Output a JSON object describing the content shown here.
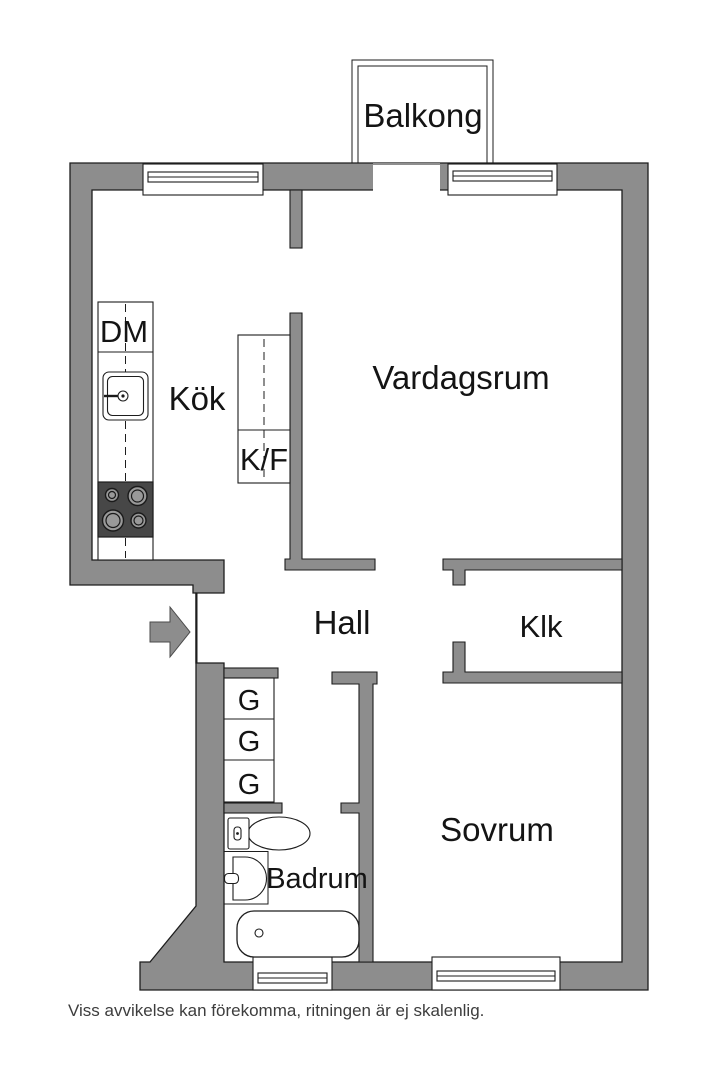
{
  "colors": {
    "wall": "#8d8d8d",
    "outline": "#1d1d1d",
    "stove": "#474747",
    "burner": "#999999",
    "text": "#141414",
    "footer_text": "#3d3d3d"
  },
  "rooms": {
    "balkong": "Balkong",
    "vardagsrum": "Vardagsrum",
    "kok": "Kök",
    "hall": "Hall",
    "klk": "Klk",
    "sovrum": "Sovrum",
    "badrum": "Badrum"
  },
  "fixtures": {
    "dishwasher": "DM",
    "fridge_freezer": "K/F",
    "wardrobes": [
      "G",
      "G",
      "G"
    ]
  },
  "footer": {
    "disclaimer": "Viss avvikelse kan förekomma, ritningen är ej skalenlig."
  }
}
